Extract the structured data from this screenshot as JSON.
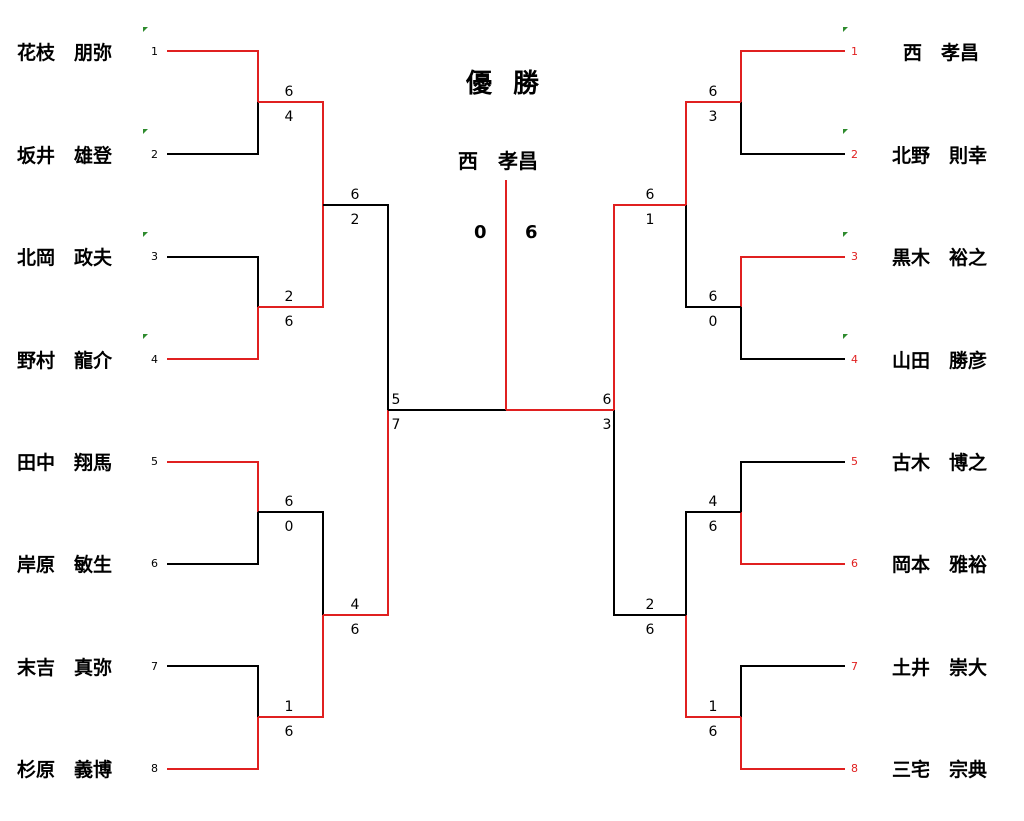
{
  "title": "優 勝",
  "champion": "西　孝昌",
  "final_scores": {
    "left": "0",
    "right": "6"
  },
  "colors": {
    "winner_line": "#e02020",
    "loser_line": "#000000",
    "red_seed": "#e02020",
    "marker": "#2e8b2e"
  },
  "left_players": [
    {
      "seed": "1",
      "name": "花枝　朋弥"
    },
    {
      "seed": "2",
      "name": "坂井　雄登"
    },
    {
      "seed": "3",
      "name": "北岡　政夫"
    },
    {
      "seed": "4",
      "name": "野村　龍介"
    },
    {
      "seed": "5",
      "name": "田中　翔馬"
    },
    {
      "seed": "6",
      "name": "岸原　敏生"
    },
    {
      "seed": "7",
      "name": "末吉　真弥"
    },
    {
      "seed": "8",
      "name": "杉原　義博"
    }
  ],
  "right_players": [
    {
      "seed": "1",
      "name": "西　孝昌"
    },
    {
      "seed": "2",
      "name": "北野　則幸"
    },
    {
      "seed": "3",
      "name": "黒木　裕之"
    },
    {
      "seed": "4",
      "name": "山田　勝彦"
    },
    {
      "seed": "5",
      "name": "古木　博之"
    },
    {
      "seed": "6",
      "name": "岡本　雅裕"
    },
    {
      "seed": "7",
      "name": "土井　崇大"
    },
    {
      "seed": "8",
      "name": "三宅　宗典"
    }
  ],
  "left_scores": {
    "r1_m1": [
      "6",
      "4"
    ],
    "r1_m2": [
      "2",
      "6"
    ],
    "r1_m3": [
      "6",
      "0"
    ],
    "r1_m4": [
      "1",
      "6"
    ],
    "r2_m1": [
      "6",
      "2"
    ],
    "r2_m2": [
      "4",
      "6"
    ],
    "semi": [
      "5",
      "7"
    ]
  },
  "right_scores": {
    "r1_m1": [
      "6",
      "3"
    ],
    "r1_m2": [
      "6",
      "0"
    ],
    "r1_m3": [
      "4",
      "6"
    ],
    "r1_m4": [
      "1",
      "6"
    ],
    "r2_m1": [
      "6",
      "1"
    ],
    "r2_m2": [
      "2",
      "6"
    ],
    "semi": [
      "6",
      "3"
    ]
  }
}
